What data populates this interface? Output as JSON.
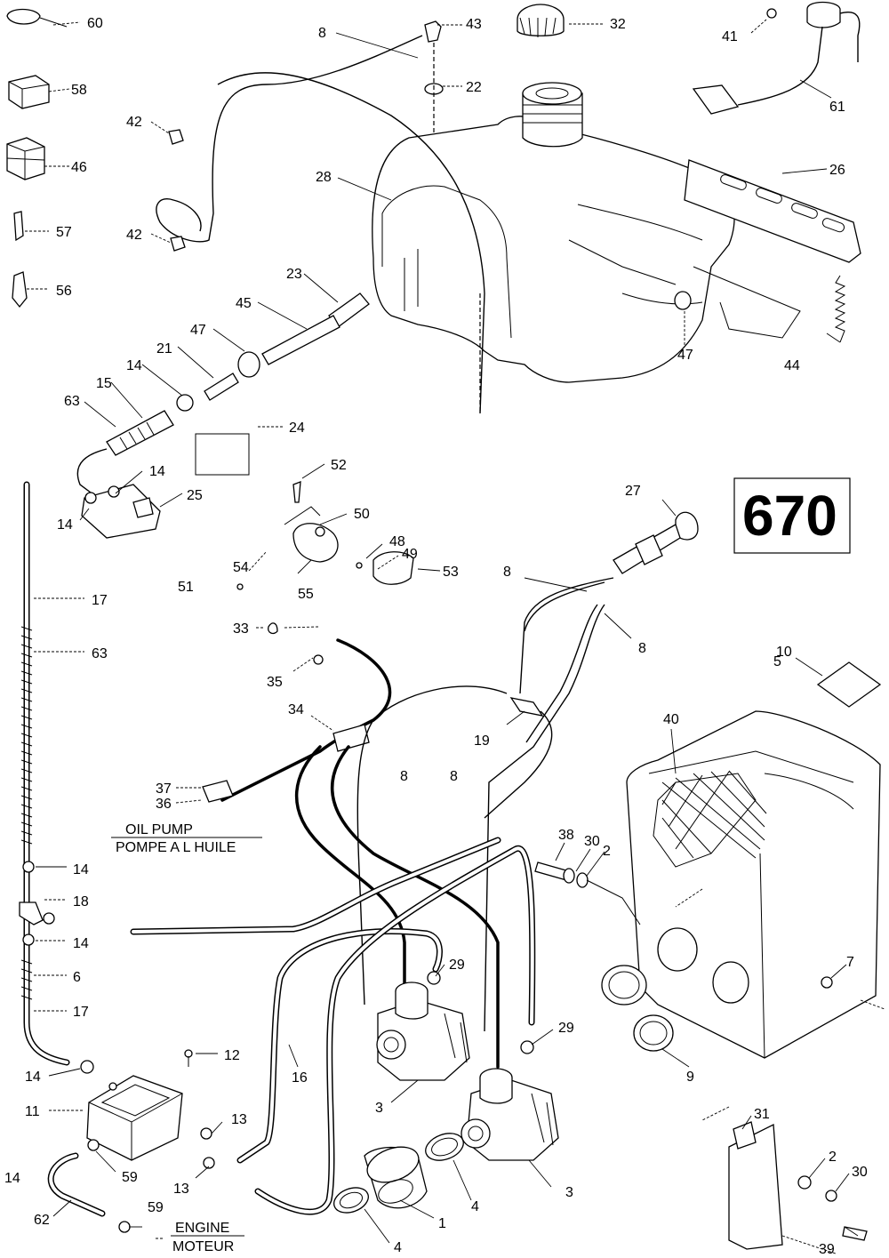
{
  "page_number": "670",
  "captions": {
    "oil_pump_en": "OIL PUMP",
    "oil_pump_fr": "POMPE A L HUILE",
    "engine_en": "ENGINE",
    "engine_fr": "MOTEUR"
  },
  "callouts": {
    "n60": "60",
    "n58": "58",
    "n46": "46",
    "n57": "57",
    "n56": "56",
    "n42a": "42",
    "n42b": "42",
    "n8a": "8",
    "n43": "43",
    "n22": "22",
    "n32": "32",
    "n41": "41",
    "n61": "61",
    "n26": "26",
    "n28": "28",
    "n23": "23",
    "n45": "45",
    "n47a": "47",
    "n21": "21",
    "n14a": "14",
    "n15": "15",
    "n63a": "63",
    "n24": "24",
    "n14b": "14",
    "n25": "25",
    "n14c": "14",
    "n47b": "47",
    "n44": "44",
    "n52": "52",
    "n50": "50",
    "n27": "27",
    "n48": "48",
    "n49": "49",
    "n54": "54",
    "n51": "51",
    "n55": "55",
    "n53": "53",
    "n8b": "8",
    "n8c": "8",
    "n33": "33",
    "n17a": "17",
    "n63b": "63",
    "n35": "35",
    "n10": "10",
    "n5": "5",
    "n34": "34",
    "n19": "19",
    "n40": "40",
    "n8d": "8",
    "n8e": "8",
    "n37": "37",
    "n36": "36",
    "n38": "38",
    "n30a": "30",
    "n2a": "2",
    "n14d": "14",
    "n18": "18",
    "n14e": "14",
    "n6": "6",
    "n17b": "17",
    "n29a": "29",
    "n7": "7",
    "n29b": "29",
    "n14f": "14",
    "n12": "12",
    "n16": "16",
    "n9": "9",
    "n11": "11",
    "n3a": "3",
    "n13a": "13",
    "n31": "31",
    "n59a": "59",
    "n14g": "14",
    "n13b": "13",
    "n3b": "3",
    "n2b": "2",
    "n30b": "30",
    "n4a": "4",
    "n62": "62",
    "n59b": "59",
    "n1": "1",
    "n4b": "4",
    "n39": "39"
  }
}
